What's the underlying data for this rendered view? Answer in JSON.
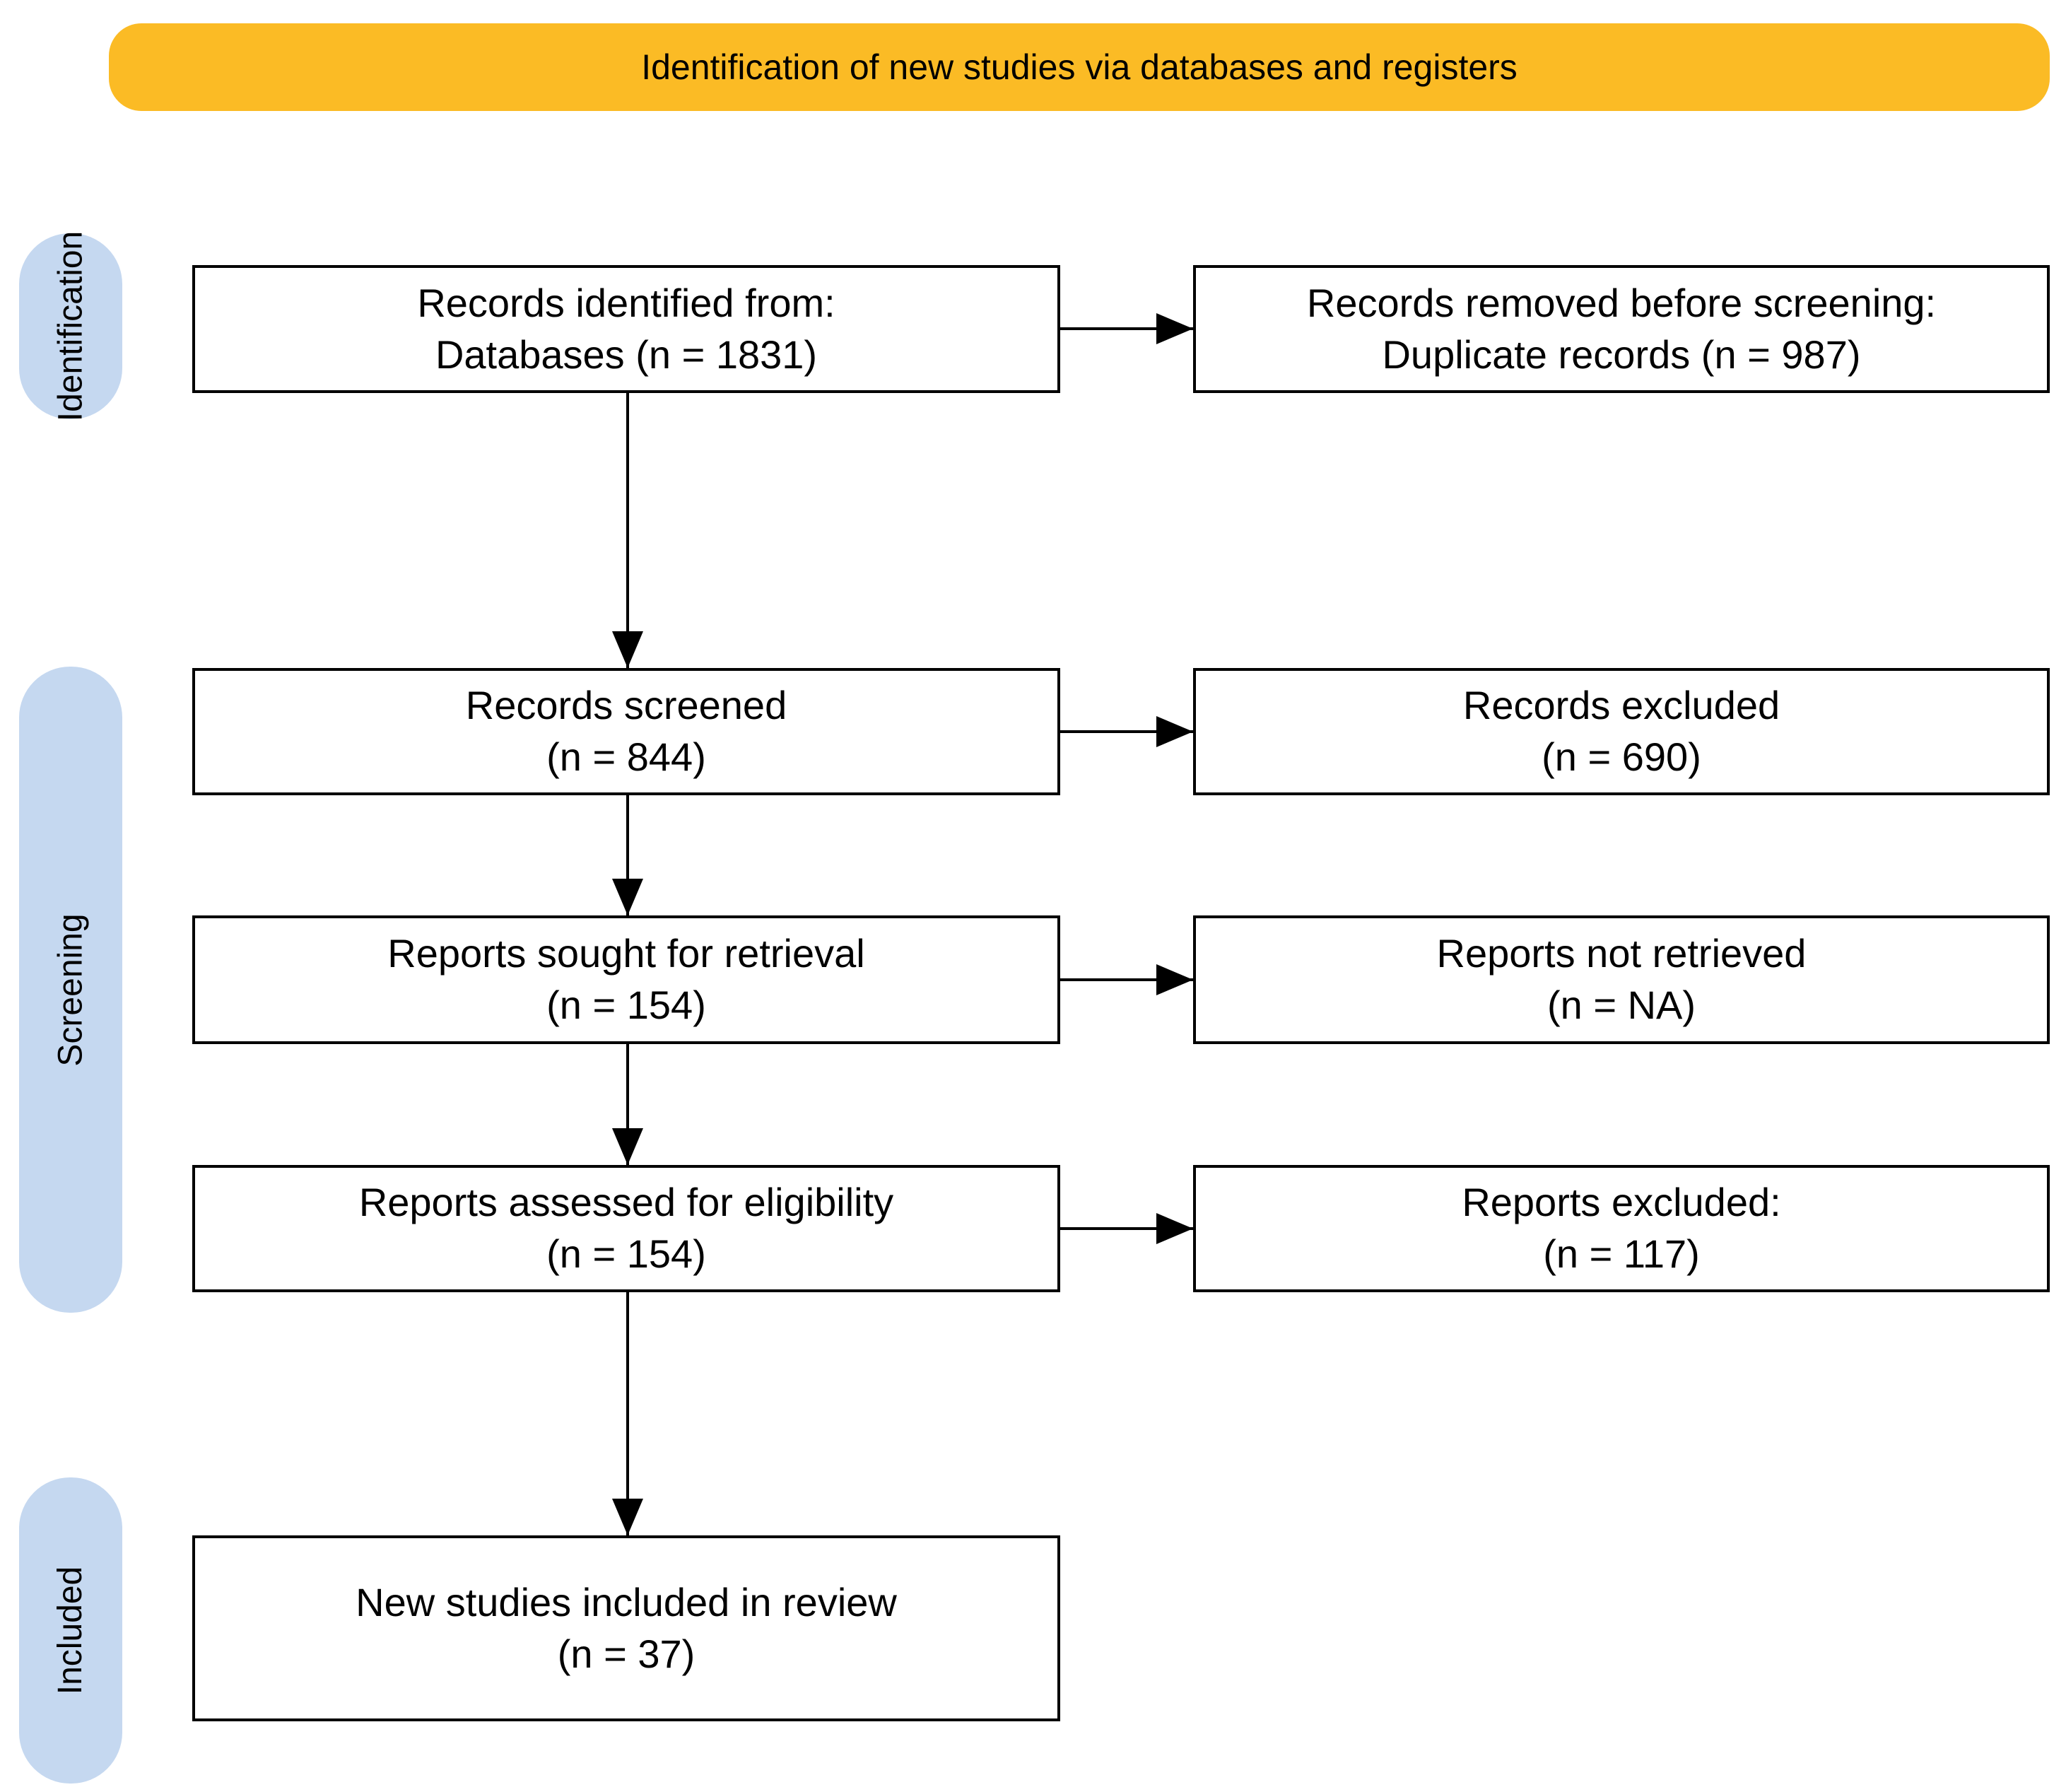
{
  "header": {
    "title": "Identification of new studies via databases and registers"
  },
  "stages": [
    {
      "label": "Identification"
    },
    {
      "label": "Screening"
    },
    {
      "label": "Included"
    }
  ],
  "boxes": {
    "left": [
      {
        "line1": "Records identified from:",
        "line2": "Databases (n = 1831)"
      },
      {
        "line1": "Records screened",
        "line2": "(n = 844)"
      },
      {
        "line1": "Reports sought for retrieval",
        "line2": "(n = 154)"
      },
      {
        "line1": "Reports assessed for eligibility",
        "line2": "(n = 154)"
      },
      {
        "line1": "New studies included in review",
        "line2": "(n = 37)"
      }
    ],
    "right": [
      {
        "line1": "Records removed before screening:",
        "line2": "Duplicate records (n = 987)"
      },
      {
        "line1": "Records excluded",
        "line2": "(n = 690)"
      },
      {
        "line1": "Reports not retrieved",
        "line2": "(n = NA)"
      },
      {
        "line1": "Reports excluded:",
        "line2": "(n = 117)"
      }
    ]
  },
  "colors": {
    "header_bg": "#FBBB25",
    "sidebar_bg": "#C5D8F0",
    "box_border": "#000000",
    "box_bg": "#FFFFFF",
    "page_bg": "#FFFFFF",
    "arrow": "#000000"
  }
}
